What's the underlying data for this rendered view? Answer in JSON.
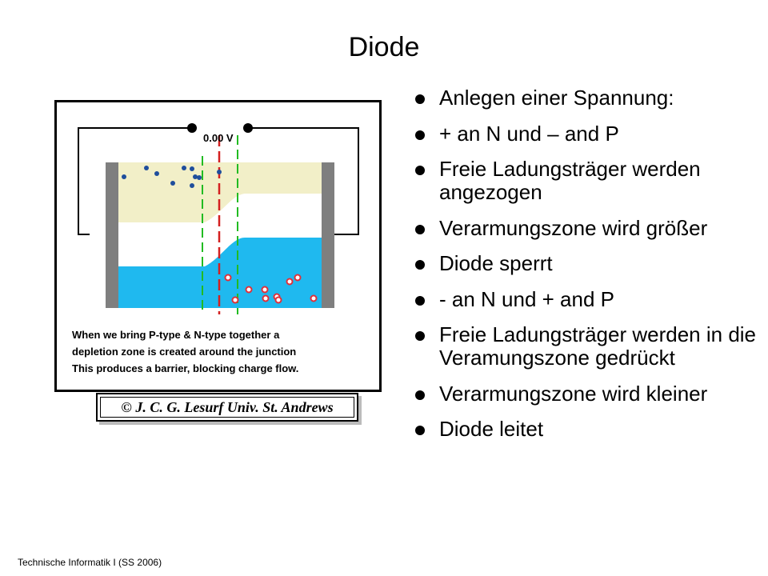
{
  "slide": {
    "title": "Diode",
    "bullets": [
      "Anlegen einer Spannung:",
      "+ an N und – and P",
      "Freie Ladungsträger werden angezogen",
      "Verarmungszone wird größer",
      "Diode sperrt",
      "- an N und + and P",
      "Freie Ladungsträger werden in die Veramungszone gedrückt",
      "Verarmungszone wird kleiner",
      "Diode leitet"
    ],
    "footer": "Technische Informatik I (SS 2006)"
  },
  "figure": {
    "voltage_label": "0.00 V",
    "caption_lines": [
      "When we bring P-type & N-type together a",
      "depletion zone is created around the junction",
      "This produces a barrier, blocking charge flow."
    ],
    "credit": "© J. C. G. Lesurf  Univ. St. Andrews",
    "colors": {
      "p_region": "#f2efc8",
      "n_region": "#1fb9ef",
      "electrode": "#7f7f7f",
      "electron": "#1f4e9c",
      "hole": "#e0303a",
      "junction_line": "#d42020",
      "depletion_edge": "#22bb22"
    }
  }
}
